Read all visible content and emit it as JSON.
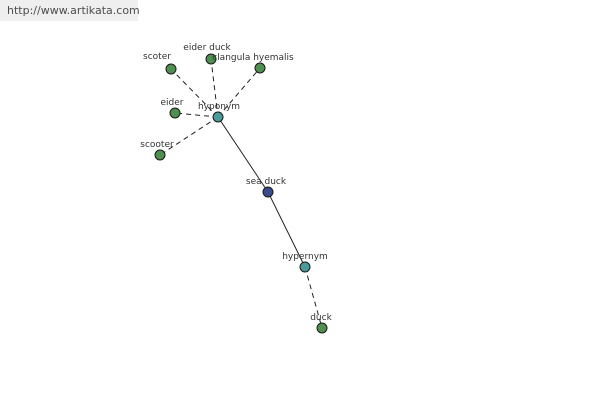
{
  "header": {
    "url": "http://www.artikata.com"
  },
  "colors": {
    "leaf": "#4f8f4f",
    "relation": "#4c9a9a",
    "center": "#3a4a8c"
  },
  "graph": {
    "nodes": [
      {
        "id": "sea-duck",
        "label": "sea duck",
        "kind": "center"
      },
      {
        "id": "hyponym",
        "label": "hyponym",
        "kind": "relation"
      },
      {
        "id": "hypernym",
        "label": "hypernym",
        "kind": "relation"
      },
      {
        "id": "scoter",
        "label": "scoter",
        "kind": "leaf"
      },
      {
        "id": "eider-duck",
        "label": "eider duck",
        "kind": "leaf"
      },
      {
        "id": "clangula-hyemalis",
        "label": "clangula hyemalis",
        "kind": "leaf"
      },
      {
        "id": "eider",
        "label": "eider",
        "kind": "leaf"
      },
      {
        "id": "scooter",
        "label": "scooter",
        "kind": "leaf"
      },
      {
        "id": "duck",
        "label": "duck",
        "kind": "leaf"
      }
    ],
    "edges": [
      {
        "from": "hyponym",
        "to": "scoter",
        "style": "dashed"
      },
      {
        "from": "hyponym",
        "to": "eider-duck",
        "style": "dashed"
      },
      {
        "from": "hyponym",
        "to": "clangula-hyemalis",
        "style": "dashed"
      },
      {
        "from": "hyponym",
        "to": "eider",
        "style": "dashed"
      },
      {
        "from": "hyponym",
        "to": "scooter",
        "style": "dashed"
      },
      {
        "from": "sea-duck",
        "to": "hyponym",
        "style": "solid"
      },
      {
        "from": "sea-duck",
        "to": "hypernym",
        "style": "solid"
      },
      {
        "from": "hypernym",
        "to": "duck",
        "style": "dashed"
      }
    ]
  }
}
